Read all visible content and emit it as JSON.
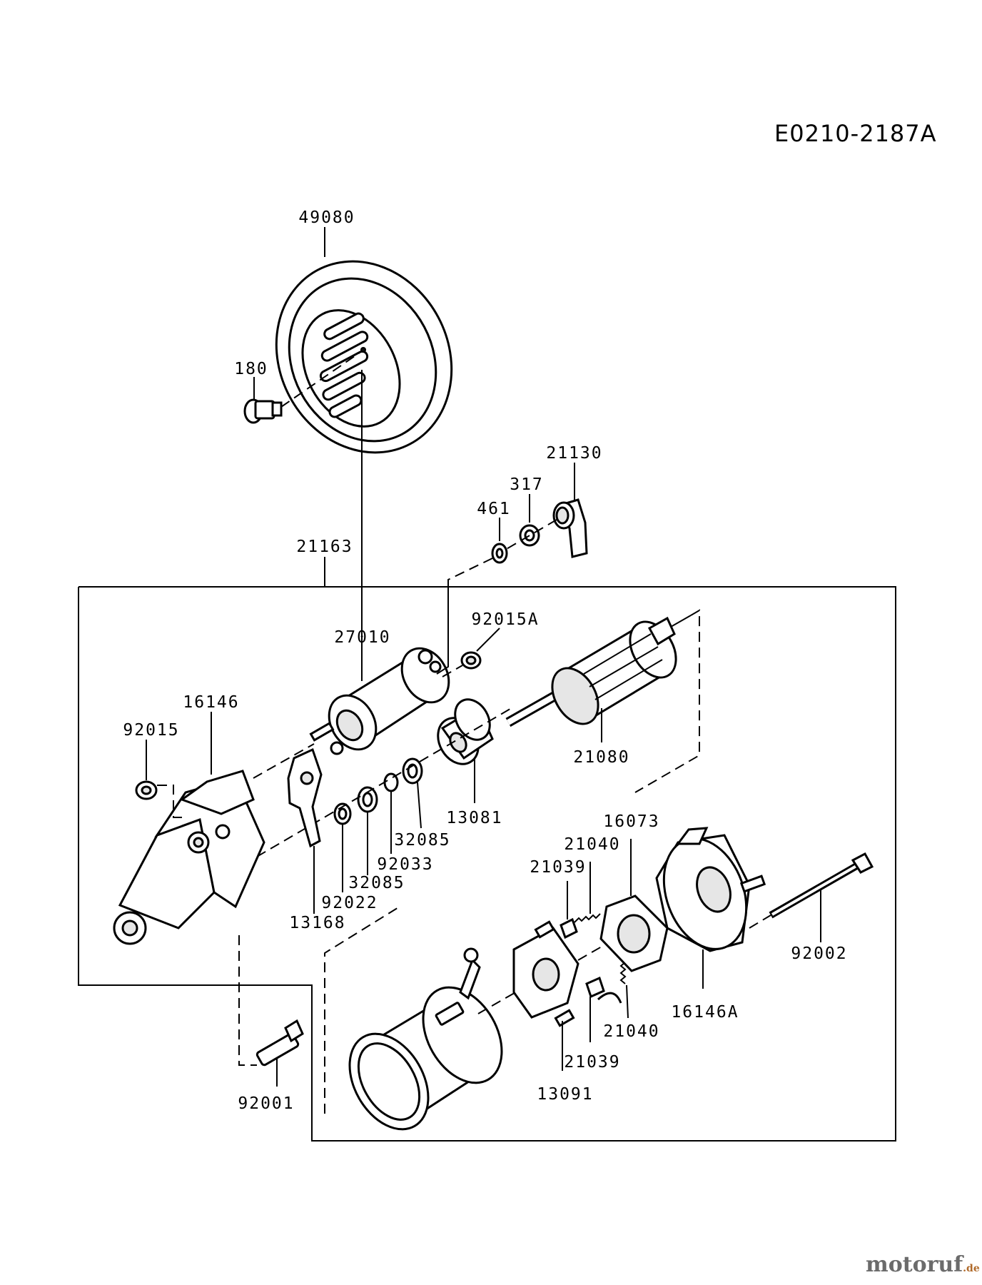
{
  "diagram_code": "E0210-2187A",
  "watermark": {
    "name": "motoruf",
    "tld": ".de"
  },
  "labels": {
    "p49080": "49080",
    "p180": "180",
    "p21130": "21130",
    "p317": "317",
    "p461": "461",
    "p21163": "21163",
    "p27010": "27010",
    "p92015A": "92015A",
    "p16146": "16146",
    "p92015": "92015",
    "p21080": "21080",
    "p13081": "13081",
    "p32085a": "32085",
    "p92033": "92033",
    "p32085b": "32085",
    "p92022": "92022",
    "p13168": "13168",
    "p16073": "16073",
    "p21040a": "21040",
    "p21039a": "21039",
    "p92002": "92002",
    "p16146A": "16146A",
    "p21040b": "21040",
    "p21039b": "21039",
    "p13091": "13091",
    "p92001": "92001"
  }
}
